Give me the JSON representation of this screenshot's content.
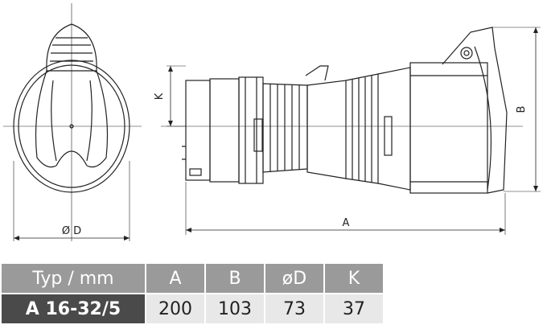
{
  "drawing": {
    "dimension_labels": {
      "diameter": "Ø D",
      "length": "A",
      "height": "B",
      "k": "K"
    }
  },
  "table": {
    "headers": [
      "Typ / mm",
      "A",
      "B",
      "øD",
      "K"
    ],
    "row": {
      "type": "A 16-32/5",
      "values": [
        "200",
        "103",
        "73",
        "37"
      ]
    }
  }
}
